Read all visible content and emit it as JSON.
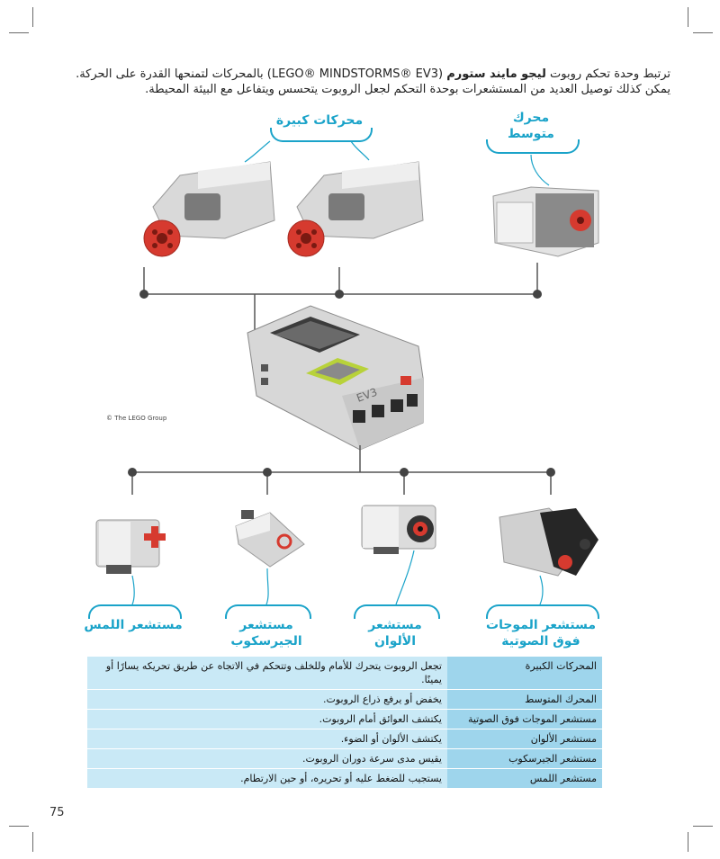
{
  "intro": {
    "line1_pre": "ترتبط وحدة تحكم روبوت",
    "line1_bold": "ليجو مايند ستورم",
    "line1_post": "(LEGO® MINDSTORMS® EV3) بالمحركات لتمنحها القدرة على الحركة.",
    "line2": "يمكن كذلك توصيل العديد من المستشعرات بوحدة التحكم لجعل الروبوت يتحسس ويتفاعل مع البيئة المحيطة."
  },
  "labels": {
    "large_motors": "محركات كبيرة",
    "medium_motor": "محرك متوسط",
    "touch": "مستشعر اللمس",
    "gyro": "مستشعر الجيرسكوب",
    "color": "مستشعر الألوان",
    "ultrasonic": "مستشعر الموجات فوق الصوتية"
  },
  "brick_label": "EV3",
  "credit": "© The LEGO Group",
  "table": [
    {
      "key": "المحركات الكبيرة",
      "value": "تجعل الروبوت يتحرك للأمام وللخلف وتتحكم في الاتجاه عن طريق تحريكه يسارًا أو يمينًا."
    },
    {
      "key": "المحرك المتوسط",
      "value": "يخفض أو يرفع ذراع الروبوت."
    },
    {
      "key": "مستشعر الموجات فوق الصوتية",
      "value": "يكتشف العوائق أمام الروبوت."
    },
    {
      "key": "مستشعر الألوان",
      "value": "يكتشف الألوان أو الضوء."
    },
    {
      "key": "مستشعر الجيرسكوب",
      "value": "يقيس مدى سرعة دوران الروبوت."
    },
    {
      "key": "مستشعر اللمس",
      "value": "يستجيب للضغط عليه أو تحريره، أو حين الارتطام."
    }
  ],
  "page_number": "75",
  "colors": {
    "accent": "#1aa3c9",
    "row_key": "#9ed5ec",
    "row_value": "#c9e9f6"
  }
}
